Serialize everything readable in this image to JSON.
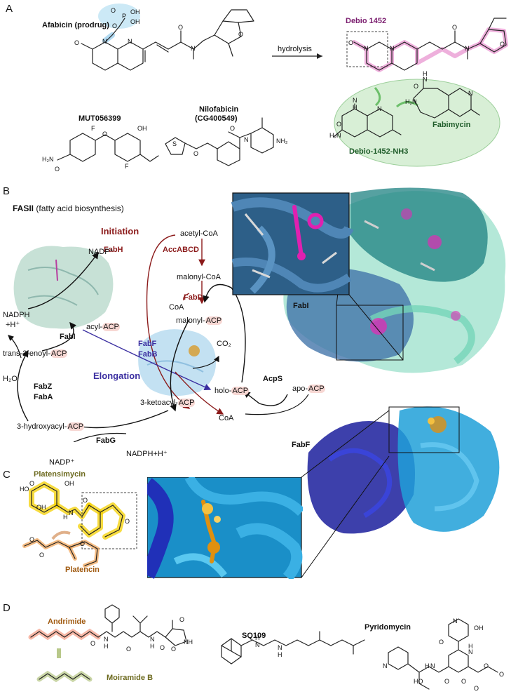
{
  "panels": {
    "a": {
      "letter": "A",
      "afabicin_label": "Afabicin (prodrug)",
      "hydrolysis_label": "hydrolysis",
      "debio1452_label": "Debio 1452",
      "mut_label": "MUT056399",
      "nilofabicin_label": "Nilofabicin",
      "nilofabicin_code": "(CG400549)",
      "debio_nh3_label": "Debio-1452-NH3",
      "fabimycin_label": "Fabimycin",
      "atoms": {
        "phos_o1": "O",
        "phos_p": "P",
        "phos_oh1": "OH",
        "phos_o2": "O",
        "phos_oh2": "OH",
        "afab_o_carbonyl": "O",
        "afab_n1": "N",
        "afab_n2": "N",
        "afab_o_amide": "O",
        "afab_n_amide": "N",
        "afab_o_furan": "O",
        "deb_o_carbonyl": "O",
        "deb_n1": "N",
        "deb_n2": "N",
        "deb_o_amide": "O",
        "deb_n_amide": "N",
        "deb_o_furan": "O",
        "nh3_nh": "N",
        "nh3_h": "H",
        "nh3_o": "O",
        "nh3_n": "N",
        "nh3_h2n": "H₂N",
        "fabi_n": "N",
        "fabi_h": "H",
        "fabi_o": "O",
        "fabi_h2n": "H₂N",
        "fabi_npyr": "N",
        "mut_oh": "OH",
        "mut_f1": "F",
        "mut_o": "O",
        "mut_f2": "F",
        "mut_h2n": "H₂N",
        "mut_o_amide": "O",
        "nilo_o": "O",
        "nilo_s": "S",
        "nilo_n": "N",
        "nilo_o2": "O",
        "nilo_nh2": "NH₂"
      }
    },
    "b": {
      "letter": "B",
      "fasii_label": "FASII",
      "fasii_desc": "(fatty acid biosynthesis)",
      "initiation_label": "Initiation",
      "elongation_label": "Elongation",
      "acetyl_coa": "acetyl-CoA",
      "fabh": "FabH",
      "accabcd": "AccABCD",
      "malonyl_coa": "malonyl-CoA",
      "fabd": "FabD",
      "coa1": "CoA",
      "malonyl_acp_prefix": "malonyl-",
      "acp": "ACP",
      "nadp_plus_top": "NADP⁺",
      "nadph_h": "NADPH",
      "h_plus": "+H⁺",
      "acyl_prefix": "acyl-",
      "fabi_small": "FabI",
      "trans_prefix": "trans-2-enoyl-",
      "fabf_small": "FabF",
      "fabb_small": "FabB",
      "co2": "CO₂",
      "acps": "AcpS",
      "holo_prefix": "holo-",
      "apo_prefix": "apo-",
      "h2o": "H₂O",
      "fabz": "FabZ",
      "faba": "FabA",
      "ketoacyl_prefix": "3-ketoacyl-",
      "hydroxyacyl_prefix": "3-hydroxyacyl-",
      "coa2": "CoA",
      "fabg": "FabG",
      "nadph_h_bottom": "NADPH+H⁺",
      "nadp_plus_bottom": "NADP⁺",
      "fabi_struct_label": "FabI",
      "fabf_struct_label": "FabF"
    },
    "c": {
      "letter": "C",
      "platensimycin_label": "Platensimycin",
      "platencin_label": "Platencin",
      "atoms": {
        "ho_acid": "HO",
        "o_acid": "O",
        "oh_phenol": "OH",
        "oh_phenol2": "OH",
        "nh": "N",
        "h": "H",
        "o_amide": "O",
        "o_ketone": "O",
        "o_ether": "O",
        "o_platencin_carbonyl": "O",
        "o_platencin_ketone": "O"
      }
    },
    "d": {
      "letter": "D",
      "andrimide_label": "Andrimide",
      "moiramide_label": "Moiramide B",
      "sq109_label": "SQ109",
      "pyridomycin_label": "Pyridomycin",
      "atoms": {
        "and_nh": "N",
        "and_h": "H",
        "and_o1": "O",
        "and_o2": "O",
        "and_n": "N",
        "and_h2": "H",
        "and_o3": "O",
        "and_o4": "O",
        "and_nh_imide": "NH",
        "and_o5": "O",
        "sq_h1": "H",
        "sq_n1": "N",
        "sq_n2": "N",
        "sq_h2": "H",
        "pyr_n_top": "N",
        "pyr_oh_top": "OH",
        "pyr_o1": "O",
        "pyr_nh": "N",
        "pyr_h": "H",
        "pyr_o2": "O",
        "pyr_o3": "O",
        "pyr_n_left": "N",
        "pyr_nh2": "N",
        "pyr_h2": "H",
        "pyr_o4": "O",
        "pyr_ho": "HO",
        "pyr_o5": "O",
        "pyr_o6": "O"
      }
    }
  },
  "colors": {
    "initiation": "#8b1a1a",
    "elongation": "#3a2ea0",
    "debio_purple": "#7a1c6e",
    "fabimycin_green": "#1f5c2a",
    "platensimycin": "#6d6a1f",
    "platencin": "#a05a10",
    "andrimide": "#a05a10",
    "moiramide": "#6d6a1f",
    "acp_highlight": "#f7d7d3",
    "fabi_teal": "#0f7a7a",
    "fabi_blue": "#3a6ea5",
    "fabf_navy": "#1b1f9c",
    "fabf_cyan": "#20a0d8",
    "ligand_magenta": "#e020b0",
    "ligand_orange": "#e09010"
  }
}
